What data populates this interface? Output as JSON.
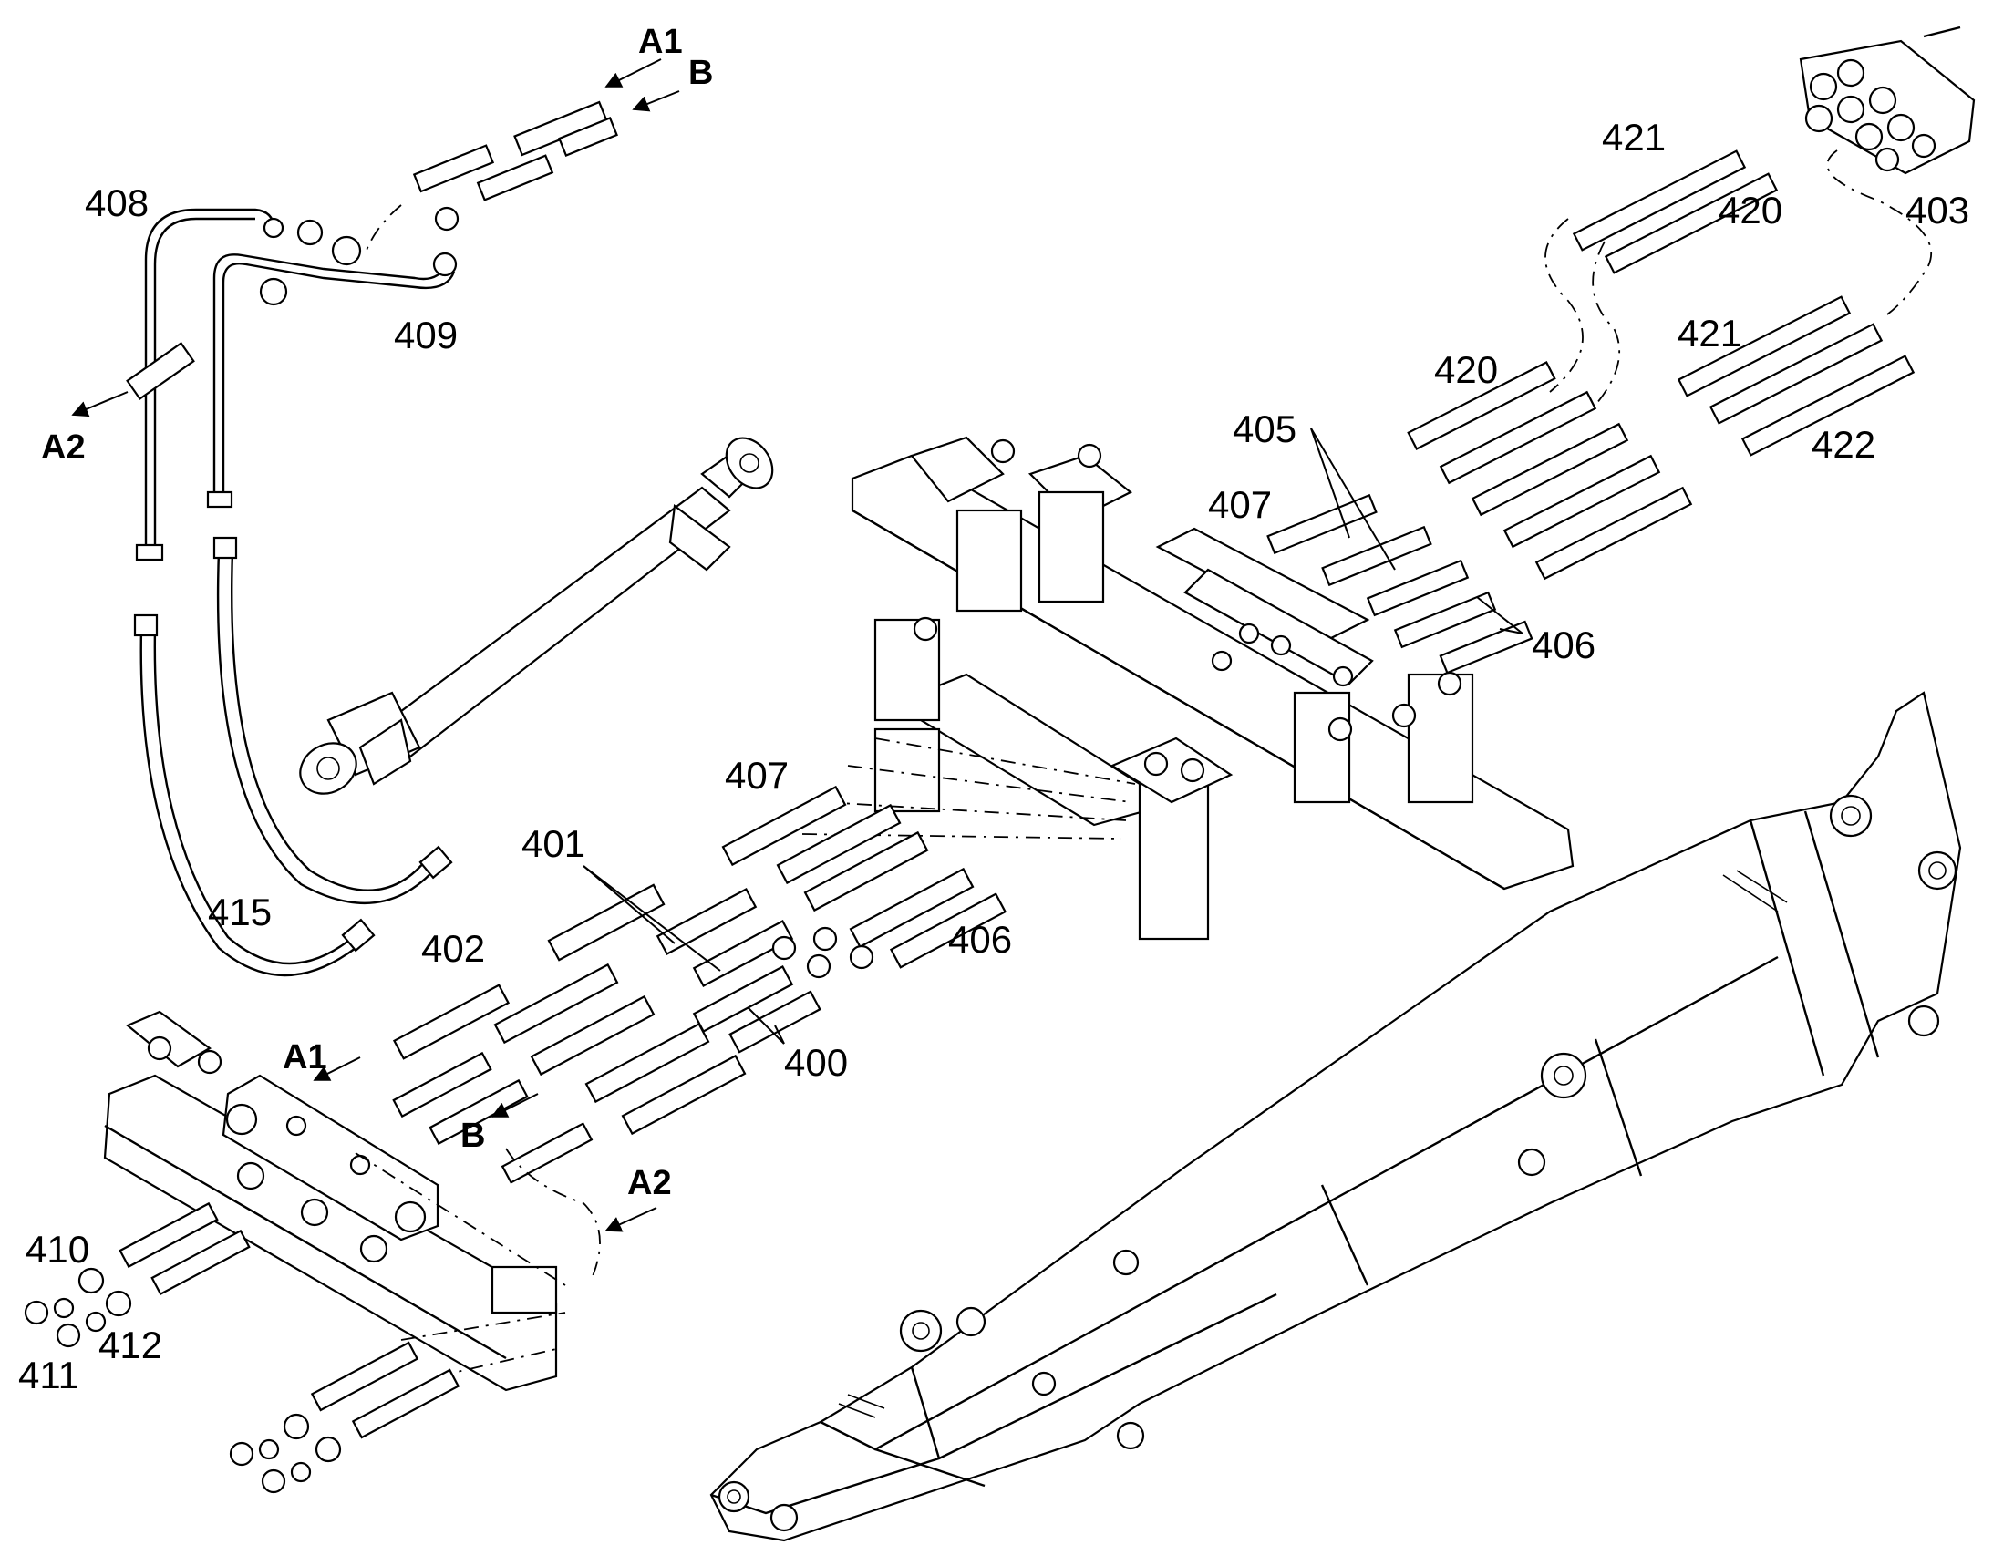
{
  "labels": {
    "p400": "400",
    "p401": "401",
    "p402": "402",
    "p403": "403",
    "p405": "405",
    "p406a": "406",
    "p406b": "406",
    "p407a": "407",
    "p407b": "407",
    "p408": "408",
    "p409": "409",
    "p410": "410",
    "p411": "411",
    "p412": "412",
    "p415": "415",
    "p420a": "420",
    "p420b": "420",
    "p421a": "421",
    "p421b": "421",
    "p422": "422"
  },
  "connectors": {
    "a1_top": "A1",
    "b_top": "B",
    "a2_left": "A2",
    "a1_bottom": "A1",
    "b_bottom": "B",
    "a2_bottom": "A2"
  }
}
